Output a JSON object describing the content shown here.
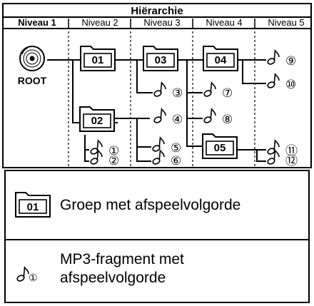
{
  "title": "Hiërarchie",
  "levels": [
    "Niveau 1",
    "Niveau 2",
    "Niveau 3",
    "Niveau 4",
    "Niveau 5"
  ],
  "root_label": "ROOT",
  "groups": [
    {
      "id": "01",
      "level": 2
    },
    {
      "id": "02",
      "level": 2
    },
    {
      "id": "03",
      "level": 3
    },
    {
      "id": "04",
      "level": 4
    },
    {
      "id": "05",
      "level": 4
    }
  ],
  "tracks": [
    {
      "number": "①",
      "level": 2
    },
    {
      "number": "②",
      "level": 2
    },
    {
      "number": "③",
      "level": 3
    },
    {
      "number": "④",
      "level": 3
    },
    {
      "number": "⑤",
      "level": 3
    },
    {
      "number": "⑥",
      "level": 3
    },
    {
      "number": "⑦",
      "level": 4
    },
    {
      "number": "⑧",
      "level": 4
    },
    {
      "number": "⑨",
      "level": 5
    },
    {
      "number": "⑩",
      "level": 5
    },
    {
      "number": "⑪",
      "level": 5
    },
    {
      "number": "⑫",
      "level": 5
    }
  ],
  "legend": {
    "group_icon_label": "01",
    "group_text": "Groep met afspeelvolgorde",
    "track_icon_number": "①",
    "track_text": "MP3-fragment met afspeelvolgorde"
  }
}
